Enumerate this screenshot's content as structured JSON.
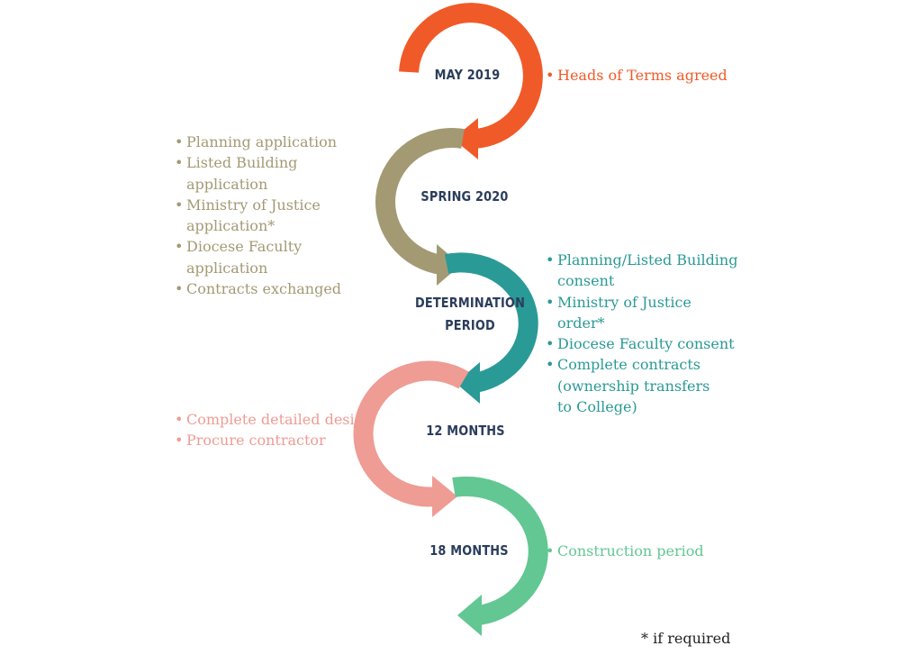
{
  "colors": {
    "stage_text": "#2b3d5c",
    "orange": "#f05a28",
    "olive": "#a39a74",
    "teal": "#2a9a96",
    "pink": "#ee9c94",
    "green": "#62c793",
    "footnote": "#222222"
  },
  "stages": [
    {
      "label": "MAY 2019",
      "color_key": "orange",
      "notes": [
        "Heads of Terms agreed"
      ]
    },
    {
      "label": "SPRING 2020",
      "color_key": "olive",
      "notes": [
        "Planning application",
        "Listed Building application",
        "Ministry of Justice application*",
        "Diocese Faculty application",
        "Contracts exchanged"
      ]
    },
    {
      "label_line1": "DETERMINATION",
      "label_line2": "PERIOD",
      "color_key": "teal",
      "notes": [
        "Planning/Listed Building consent",
        "Ministry of Justice order*",
        "Diocese Faculty consent",
        "Complete contracts (ownership transfers to College)"
      ]
    },
    {
      "label": "12 MONTHS",
      "color_key": "pink",
      "notes": [
        "Complete detailed design",
        "Procure contractor"
      ]
    },
    {
      "label": "18 MONTHS",
      "color_key": "green",
      "notes": [
        "Construction period"
      ]
    }
  ],
  "footnote": "* if required"
}
